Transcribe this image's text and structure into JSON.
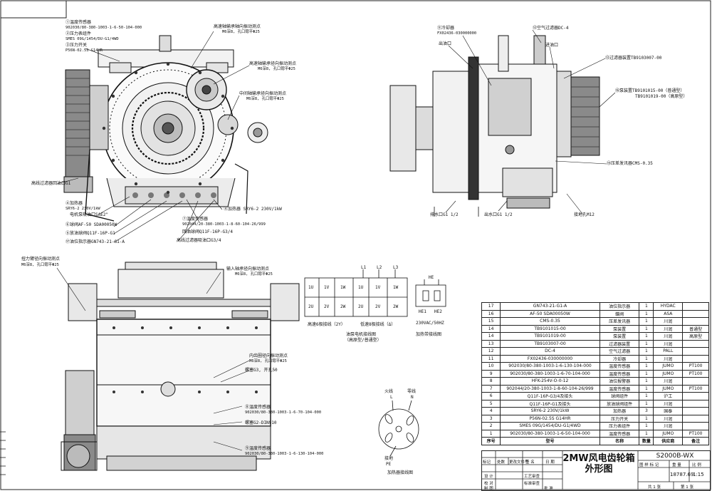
{
  "view_top_left": {
    "labels": {
      "temp_sensor_1": "①温度传感器",
      "temp_sensor_1_model": "902030/80-380-1003-1-6-50-104-000",
      "pressure_gauge": "②压力表组件",
      "pressure_gauge_model": "SMES 09G/1454/DU-G1/4WD",
      "pressure_switch": "③压力开关",
      "pressure_switch_model": "P56N-02.5S G14HR",
      "hs_axial_probe": "高速轴输承轴向振动测点",
      "hs_axial_spec": "M6深8, 孔口锪平Φ25",
      "hs_radial_probe": "高速轴输承径向振动测点",
      "hs_radial_spec": "M6深8, 孔口锪平Φ25",
      "is_radial_probe": "中间轴输承径向振动测点",
      "is_radial_spec": "M6深8, 孔口锪平Φ25",
      "hs_filter_return": "高线过滤器回油口G1",
      "heater_4": "④加热器",
      "heater_4_model": "SRY6-2 230V/1kW",
      "motor_pump_port": "电机泵吸油口SAE2\"",
      "ball_valve_6": "⑥球阀AF-50 SDA00050W",
      "drain_valve": "⑤放油球阀Q11F-16P-G1",
      "oil_level": "⑰油位指示器GN743-21-G1-A",
      "heater_right": "④加热器 SRY6-2 230V/1kW",
      "temp_sensor_7": "⑦温度传感器",
      "temp_sensor_7_model": "902044/20-380-1003-1-8-60-104-26/999",
      "return_valve": "回油球阀Q11F-16P-G3/4",
      "hs_filter_suction": "高线过滤器吸油口G3/4"
    }
  },
  "view_top_right": {
    "labels": {
      "cooler": "⑪冷却器",
      "cooler_model": "FX02436-030000000",
      "air_filter": "⑫空气过滤器DC-4",
      "outlet": "出油口",
      "inlet": "进油口",
      "filter_13": "⑬过滤器装置TB9103007-00",
      "pump_16": "⑯泵装置TB9101015-00（普通型）",
      "pump_16b": "TB9101019-00（高原型）",
      "pressure_sensor": "⑮压差发讯器CMS-0.35",
      "water_out": "排水口G1 1/2",
      "water_outlet": "出水口G1 1/2",
      "ground": "接地孔M12"
    }
  },
  "view_bottom_left": {
    "labels": {
      "torque_arm_probe": "扭力臂径向振动测点",
      "torque_arm_spec": "M6深8, 孔口锪平Φ25",
      "input_axial_probe": "输入轴承径向振动测点",
      "input_axial_spec": "M6深8, 孔口锪平Φ25",
      "inner_ring_probe": "内齿圈径向振动测点",
      "inner_ring_spec": "M6深8, 孔口锪平Φ25",
      "plug_g3": "螺塞G3, 开孔50",
      "temp_sensor_8": "⑧温度传感器",
      "temp_sensor_8_model": "902030/80-380-1003-1-6-70-104-000",
      "plug_g2": "螺塞G2-DIN910",
      "temp_sensor_9": "⑨温度传感器",
      "temp_sensor_9_model": "902030/80-380-1003-1-6-130-104-000"
    }
  },
  "wiring": {
    "top_row": [
      "L1",
      "L2",
      "L3"
    ],
    "terminals_row1_a": [
      "1U",
      "1V",
      "1W"
    ],
    "terminals_row2_a": [
      "2U",
      "2V",
      "2W"
    ],
    "terminals_row1_b": [
      "1U",
      "1V",
      "1W"
    ],
    "terminals_row2_b": [
      "2U",
      "2V",
      "2W"
    ],
    "caption_high": "高速6极接线（2Y）",
    "caption_low": "低速8极接线（Δ）",
    "caption_motor": "油泵电机接线图",
    "caption_motor_sub": "（高原型/普通型）",
    "heater_labels": [
      "HE",
      "HE1",
      "HE2"
    ],
    "heater_voltage": "230VAC/50HZ",
    "heater_caption": "加热带接线图",
    "plug_fire": "火线",
    "plug_fire_l": "L",
    "plug_neutral": "零线",
    "plug_neutral_n": "N",
    "plug_ground": "接地",
    "plug_ground_pe": "PE",
    "plug_caption": "加热器接线图"
  },
  "parts_table": {
    "rows": [
      [
        "17",
        "GN743-21-G1-A",
        "油位指示器",
        "1",
        "HYDAC",
        ""
      ],
      [
        "16",
        "AF-50 SDA00050W",
        "蝶阀",
        "1",
        "ASA",
        ""
      ],
      [
        "15",
        "CMS-0.35",
        "压差发讯器",
        "1",
        "川润",
        ""
      ],
      [
        "14",
        "TB9101015-00",
        "泵装置",
        "1",
        "川润",
        "普通型"
      ],
      [
        "14",
        "TB9101019-00",
        "泵装置",
        "1",
        "川润",
        "高原型"
      ],
      [
        "13",
        "TB9103007-00",
        "过滤器装置",
        "1",
        "川润",
        ""
      ],
      [
        "12",
        "DC-4",
        "空气过滤器",
        "1",
        "PALL",
        ""
      ],
      [
        "11",
        "FX02436-030000000",
        "冷却器",
        "1",
        "川润",
        ""
      ],
      [
        "10",
        "902030/80-380-1003-1-6-130-104-000",
        "温度传感器",
        "1",
        "JUMO",
        "PT100"
      ],
      [
        "9",
        "902030/80-380-1003-1-6-70-104-000",
        "温度传感器",
        "1",
        "JUMO",
        "PT100"
      ],
      [
        "8",
        "HFK-254V-O-0-12",
        "油位报警器",
        "1",
        "川润",
        ""
      ],
      [
        "7",
        "902044/20-380-1003-1-8-60-104-26/999",
        "温度传感器",
        "1",
        "JUMO",
        "PT100"
      ],
      [
        "6",
        "Q11F-16P-G3/4及接头",
        "球阀组件",
        "1",
        "沪工",
        ""
      ],
      [
        "5",
        "Q11F-16P-G1及接头",
        "放油球阀组件",
        "1",
        "川润",
        ""
      ],
      [
        "4",
        "SRY6-2 230V/1kW",
        "加热器",
        "3",
        "国泰",
        ""
      ],
      [
        "3",
        "P56N-02.5S G14HR",
        "压力开关",
        "1",
        "川润",
        ""
      ],
      [
        "2",
        "SMES 09G/1454/DU-G1/4WD",
        "压力表组件",
        "1",
        "川润",
        ""
      ],
      [
        "1",
        "902030/80-380-1003-1-6-50-104-000",
        "温度传感器",
        "1",
        "JUMO",
        "PT100"
      ]
    ],
    "header": [
      "序号",
      "型号",
      "名称",
      "数量",
      "供应商",
      "备注"
    ]
  },
  "title_block": {
    "title_line1": "2MW风电齿轮箱",
    "title_line2": "外形图",
    "drawing_no": "S2000B-WX",
    "weight": "18787.69",
    "scale": "1:15",
    "stage_label": "图 样 标 记",
    "weight_label": "重 量",
    "scale_label": "比 例",
    "design": "设 计",
    "check": "校 对",
    "draw": "制 图",
    "process": "工艺审查",
    "std": "标准审查",
    "approve": "批 准",
    "sheet_total": "共 1 张",
    "sheet_no": "第 1 张",
    "rev_headers": [
      "标记",
      "处数",
      "更改文件号",
      "签 名",
      "日 期"
    ]
  }
}
